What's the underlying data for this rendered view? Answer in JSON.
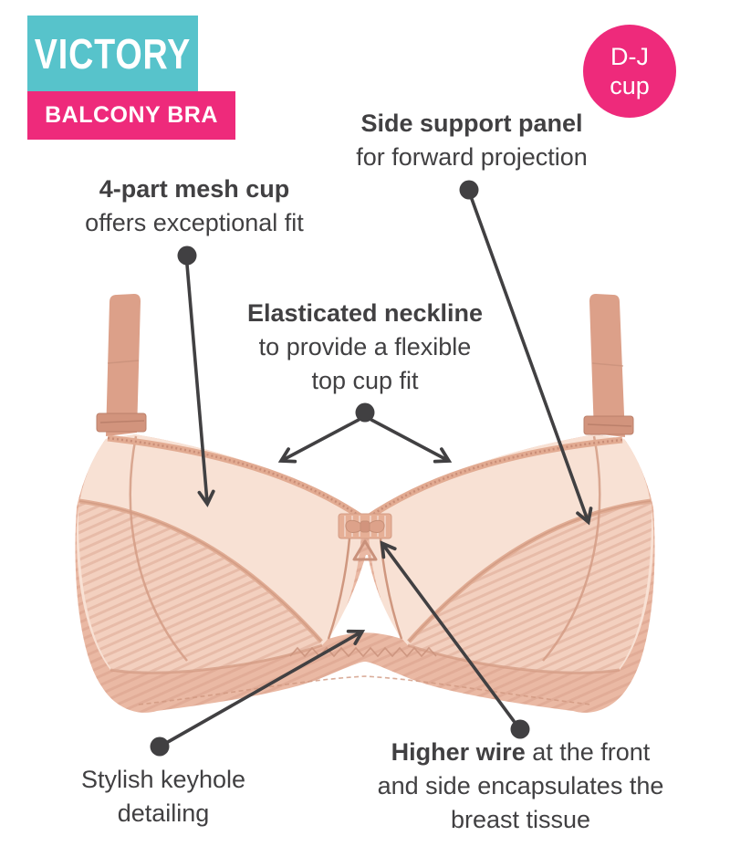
{
  "colors": {
    "teal": "#57c3cb",
    "pink": "#ee2a7b",
    "text": "#414042",
    "line": "#414042",
    "cup": "#f8e1d4",
    "band": "#eab9a4",
    "strap": "#dca089",
    "seam": "#d49c85",
    "white": "#ffffff"
  },
  "header": {
    "brand_badge": "VICTORY",
    "product_badge": "BALCONY BRA",
    "cup_badge": {
      "line1": "D-J",
      "line2": "cup"
    }
  },
  "annotations": {
    "side_support": {
      "bold": "Side support panel",
      "text": "for forward projection"
    },
    "mesh_cup": {
      "bold": "4-part mesh cup",
      "text": "offers exceptional fit"
    },
    "neckline": {
      "bold": "Elasticated neckline",
      "line2": "to provide a flexible",
      "line3": "top cup fit"
    },
    "keyhole": {
      "line1": "Stylish keyhole",
      "line2": "detailing"
    },
    "higher_wire": {
      "bold": "Higher wire",
      "line1_rest": " at the front",
      "line2": "and side encapsulates the",
      "line3": "breast tissue"
    }
  },
  "illustration": {
    "subject": "beige balcony bra front view"
  }
}
